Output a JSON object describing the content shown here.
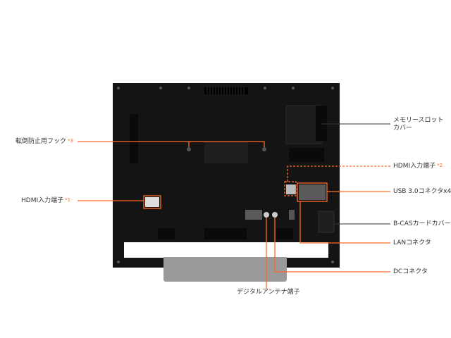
{
  "colors": {
    "callout": "#ff6a2a",
    "callout_dark": "#333333",
    "body": "#141414",
    "stand": "#9a9a9a"
  },
  "labels": {
    "tipping_hook": {
      "text": "転倒防止用フック",
      "note": "*3"
    },
    "hdmi_in_left": {
      "text": "HDMI入力端子",
      "note": "*1"
    },
    "memory_slot_cover_1": "メモリースロット",
    "memory_slot_cover_2": "カバー",
    "hdmi_in_right": {
      "text": "HDMI入力端子",
      "note": "*2"
    },
    "usb": "USB 3.0コネクタx4",
    "bcas": "B-CASカードカバー",
    "lan": "LANコネクタ",
    "dc": "DCコネクタ",
    "antenna": "デジタルアンテナ端子"
  }
}
